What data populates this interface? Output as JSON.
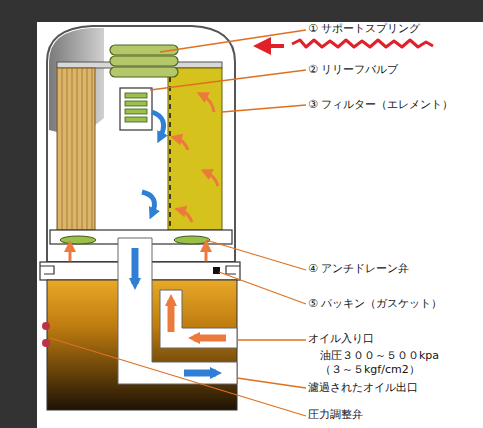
{
  "diagram": {
    "labels": [
      "① サポートスプリング",
      "② リリーフバルブ",
      "③ フィルター（エレメント）",
      "④ アンチドレーン弁",
      "⑤ パッキン（ガスケット）",
      "オイル入り口",
      "油圧３００～５００kpa",
      "（３～５kgf/cm2）",
      "濾過されたオイル出口",
      "圧力調整弁"
    ]
  }
}
